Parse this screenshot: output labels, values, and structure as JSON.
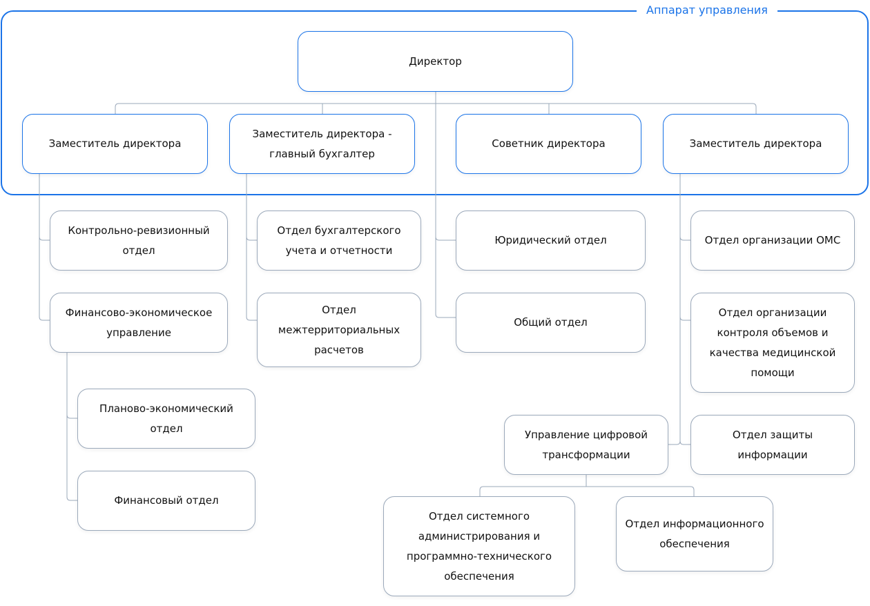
{
  "group_label": "Аппарат управления",
  "colors": {
    "accent": "#1a73e8",
    "connector": "#9aa8ba"
  },
  "nodes": {
    "director": "Директор",
    "deputy_1": "Заместитель директора",
    "deputy_chief_accountant": "Заместитель директора - главный бухгалтер",
    "advisor": "Советник директора",
    "deputy_2": "Заместитель директора",
    "audit_dept": "Контрольно-ревизионный отдел",
    "finance_econ_mgmt": "Финансово-экономическое управление",
    "planning_econ_dept": "Планово-экономический отдел",
    "finance_dept": "Финансовый отдел",
    "accounting_dept": "Отдел бухгалтерского учета и отчетности",
    "interterritorial_dept": "Отдел межтерриториальных расчетов",
    "legal_dept": "Юридический отдел",
    "general_dept": "Общий отдел",
    "oms_dept": "Отдел организации ОМС",
    "quality_control_dept": "Отдел организации контроля объемов и качества медицинской помощи",
    "digital_transformation_mgmt": "Управление цифровой трансформации",
    "info_security_dept": "Отдел защиты информации",
    "sysadmin_dept": "Отдел системного администрирования и программно-технического обеспечения",
    "info_support_dept": "Отдел информационного обеспечения"
  }
}
